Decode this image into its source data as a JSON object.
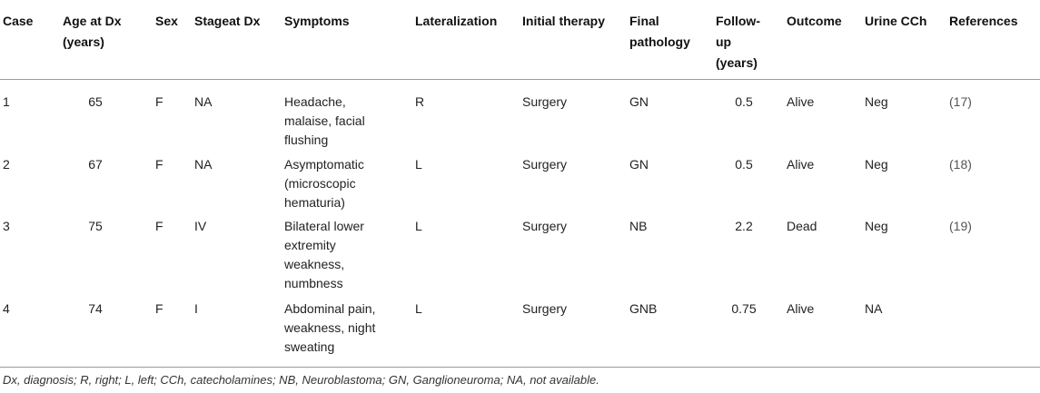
{
  "headers": {
    "case": "Case",
    "age": "Age at Dx (years)",
    "sex": "Sex",
    "stage": "Stageat Dx",
    "symptoms": "Symptoms",
    "lateralization": "Lateralization",
    "initial_therapy": "Initial therapy",
    "final_pathology": "Final pathology",
    "follow_up": "Follow-up (years)",
    "outcome": "Outcome",
    "urine": "Urine CCh",
    "references": "References"
  },
  "rows": [
    {
      "case": "1",
      "age": "65",
      "sex": "F",
      "stage": "NA",
      "symptoms": "Headache, malaise, facial flushing",
      "lat": "R",
      "therapy": "Surgery",
      "pathology": "GN",
      "follow": "0.5",
      "outcome": "Alive",
      "urine": "Neg",
      "ref": "(17)"
    },
    {
      "case": "2",
      "age": "67",
      "sex": "F",
      "stage": "NA",
      "symptoms": "Asymptomatic (microscopic hematuria)",
      "lat": "L",
      "therapy": "Surgery",
      "pathology": "GN",
      "follow": "0.5",
      "outcome": "Alive",
      "urine": "Neg",
      "ref": "(18)"
    },
    {
      "case": "3",
      "age": "75",
      "sex": "F",
      "stage": "IV",
      "symptoms": "Bilateral lower extremity weakness, numbness",
      "lat": "L",
      "therapy": "Surgery",
      "pathology": "NB",
      "follow": "2.2",
      "outcome": "Dead",
      "urine": "Neg",
      "ref": "(19)"
    },
    {
      "case": "4",
      "age": "74",
      "sex": "F",
      "stage": "I",
      "symptoms": "Abdominal pain, weakness, night sweating",
      "lat": "L",
      "therapy": "Surgery",
      "pathology": "GNB",
      "follow": "0.75",
      "outcome": "Alive",
      "urine": "NA",
      "ref": ""
    }
  ],
  "footnote": "Dx, diagnosis; R, right; L, left; CCh, catecholamines; NB, Neuroblastoma; GN, Ganglioneuroma; NA, not available."
}
